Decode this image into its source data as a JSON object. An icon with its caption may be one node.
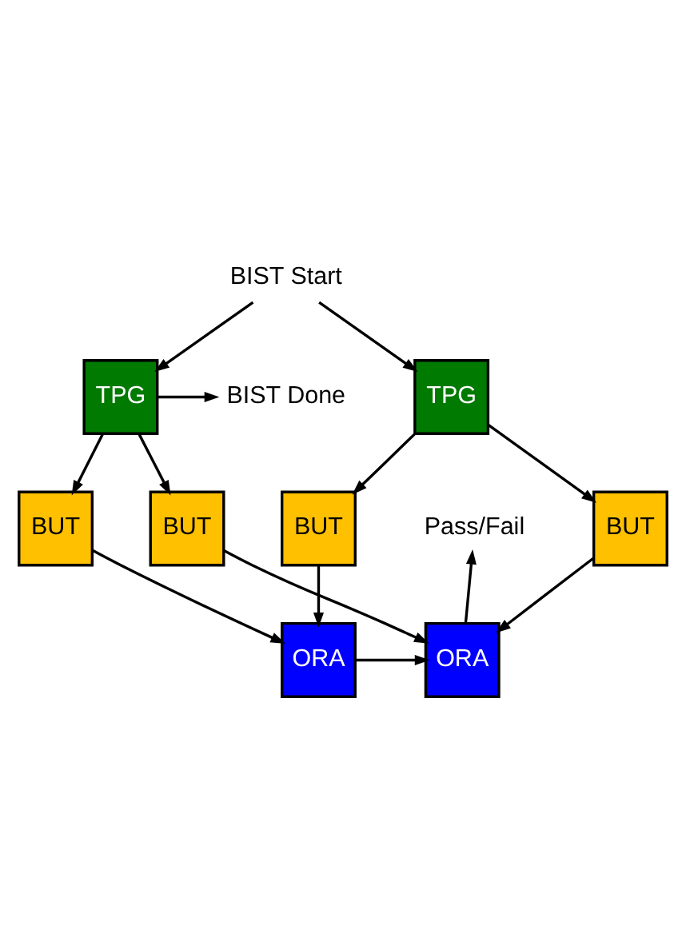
{
  "diagram": {
    "nodes": [
      {
        "text": [
          "BIST Start"
        ]
      },
      {
        "text": [
          "TPG"
        ]
      },
      {
        "text": [
          "TPG"
        ]
      },
      {
        "text": [
          "BIST Done"
        ]
      },
      {
        "text": [
          "BUT"
        ]
      },
      {
        "text": [
          "BUT"
        ]
      },
      {
        "text": [
          "ORA"
        ]
      },
      {
        "text": [
          "ORA"
        ]
      },
      {
        "text": [
          "BUT"
        ]
      },
      {
        "text": [
          "BUT"
        ]
      },
      {
        "text": [
          "Pass/Fail"
        ]
      }
    ],
    "edges": [
      {
        "from": 0,
        "to": 1,
        "arrow": "to"
      },
      {
        "from": 0,
        "to": 2,
        "arrow": "to"
      },
      {
        "from": 2,
        "to": 3,
        "arrow": "to"
      },
      {
        "from": 2,
        "to": 4,
        "arrow": "to"
      },
      {
        "from": 2,
        "to": 5,
        "arrow": "to"
      },
      {
        "from": 1,
        "to": 8,
        "arrow": "to"
      },
      {
        "from": 1,
        "to": 9,
        "arrow": "to"
      },
      {
        "from": 4,
        "to": 6,
        "arrow": "to"
      },
      {
        "from": 5,
        "to": 7,
        "arrow": "to"
      },
      {
        "from": 6,
        "to": 7,
        "arrow": "to"
      },
      {
        "from": 8,
        "to": 6,
        "arrow": "to"
      },
      {
        "from": 9,
        "to": 7,
        "arrow": "to"
      },
      {
        "from": 7,
        "to": 10,
        "arrow": "to"
      }
    ]
  }
}
